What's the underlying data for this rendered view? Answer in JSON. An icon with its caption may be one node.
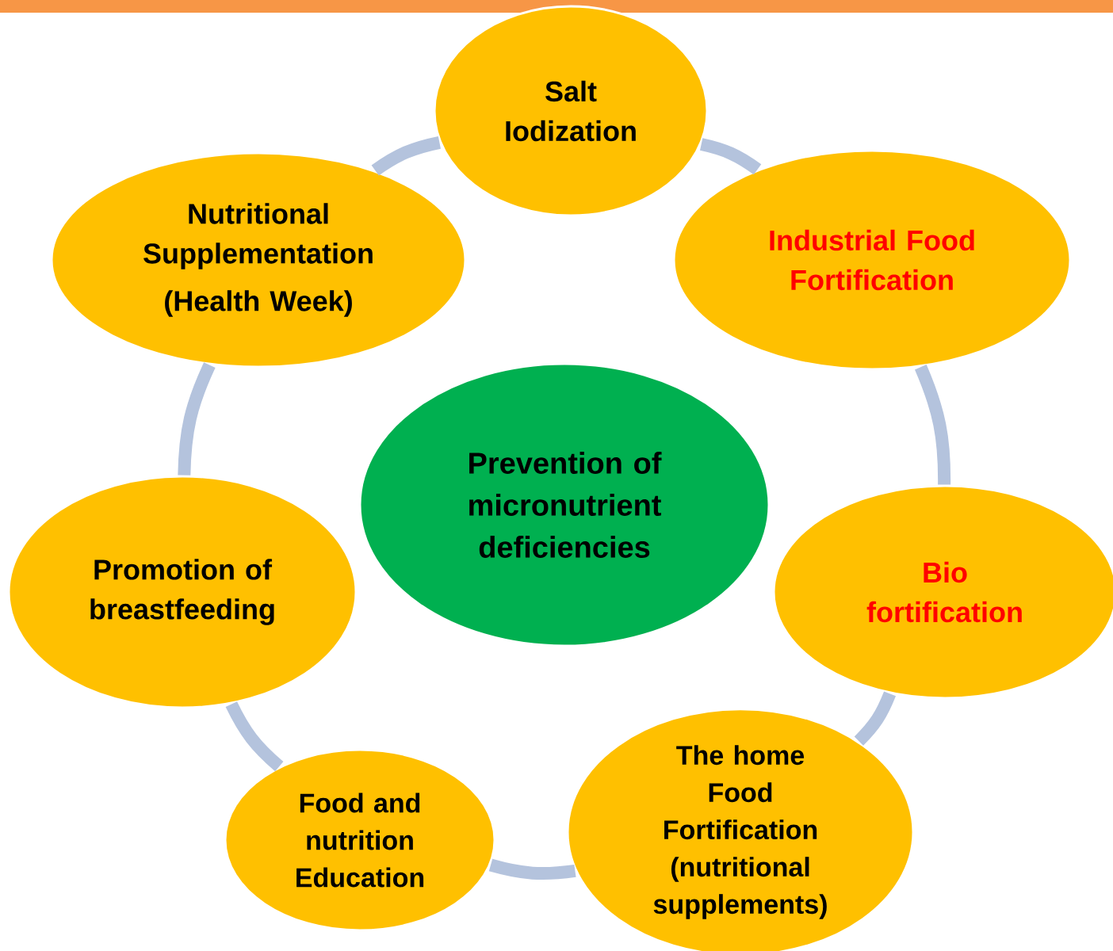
{
  "diagram": {
    "nodes": [
      {
        "text": [
          "Prevention of micronutrient deficiencies"
        ]
      },
      {
        "text": [
          "Salt Iodization"
        ]
      },
      {
        "text": [
          "Industrial Food Fortification"
        ]
      },
      {
        "text": [
          "Bio fortification"
        ]
      },
      {
        "text": [
          "The home Food Fortification (nutritional supplements)"
        ]
      },
      {
        "text": [
          "Food and nutrition Education"
        ]
      },
      {
        "text": [
          "Promotion of breastfeeding"
        ]
      },
      {
        "text": [
          "Nutritional Supplementation",
          "(Health Week)"
        ]
      }
    ],
    "edges": [
      {
        "from": 1,
        "to": 2,
        "arrow": "none"
      },
      {
        "from": 2,
        "to": 3,
        "arrow": "none"
      },
      {
        "from": 3,
        "to": 4,
        "arrow": "none"
      },
      {
        "from": 4,
        "to": 5,
        "arrow": "none"
      },
      {
        "from": 5,
        "to": 6,
        "arrow": "none"
      },
      {
        "from": 6,
        "to": 7,
        "arrow": "none"
      },
      {
        "from": 7,
        "to": 1,
        "arrow": "none"
      }
    ]
  }
}
